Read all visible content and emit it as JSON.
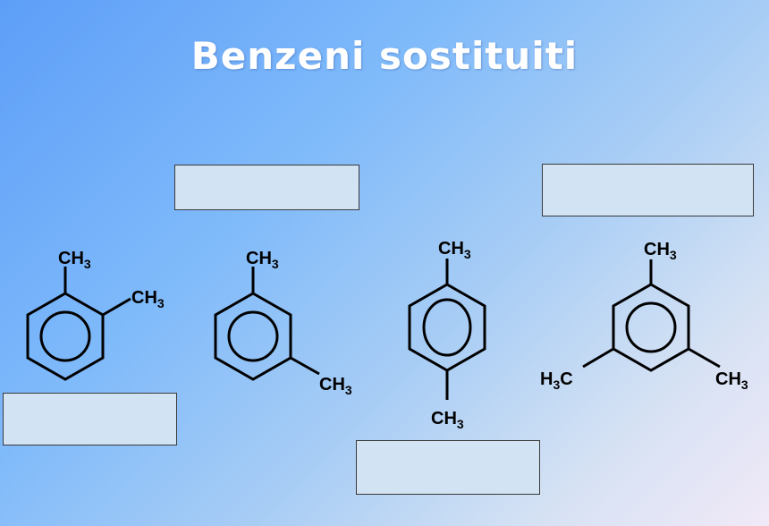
{
  "slide": {
    "title": "Benzeni sostituiti",
    "background_colors": [
      "#5d9ef8",
      "#a8cdf5",
      "#f1e9f7"
    ],
    "answer_box_color": "#d2e3f3"
  },
  "answer_boxes": [
    "",
    "",
    "",
    ""
  ],
  "molecules": {
    "ortho": {
      "substituents": [
        "CH3",
        "CH3"
      ]
    },
    "meta": {
      "substituents": [
        "CH3",
        "CH3"
      ]
    },
    "para": {
      "substituents": [
        "CH3",
        "CH3"
      ]
    },
    "mesitylene": {
      "substituents": [
        "CH3",
        "H3C",
        "CH3"
      ]
    }
  }
}
